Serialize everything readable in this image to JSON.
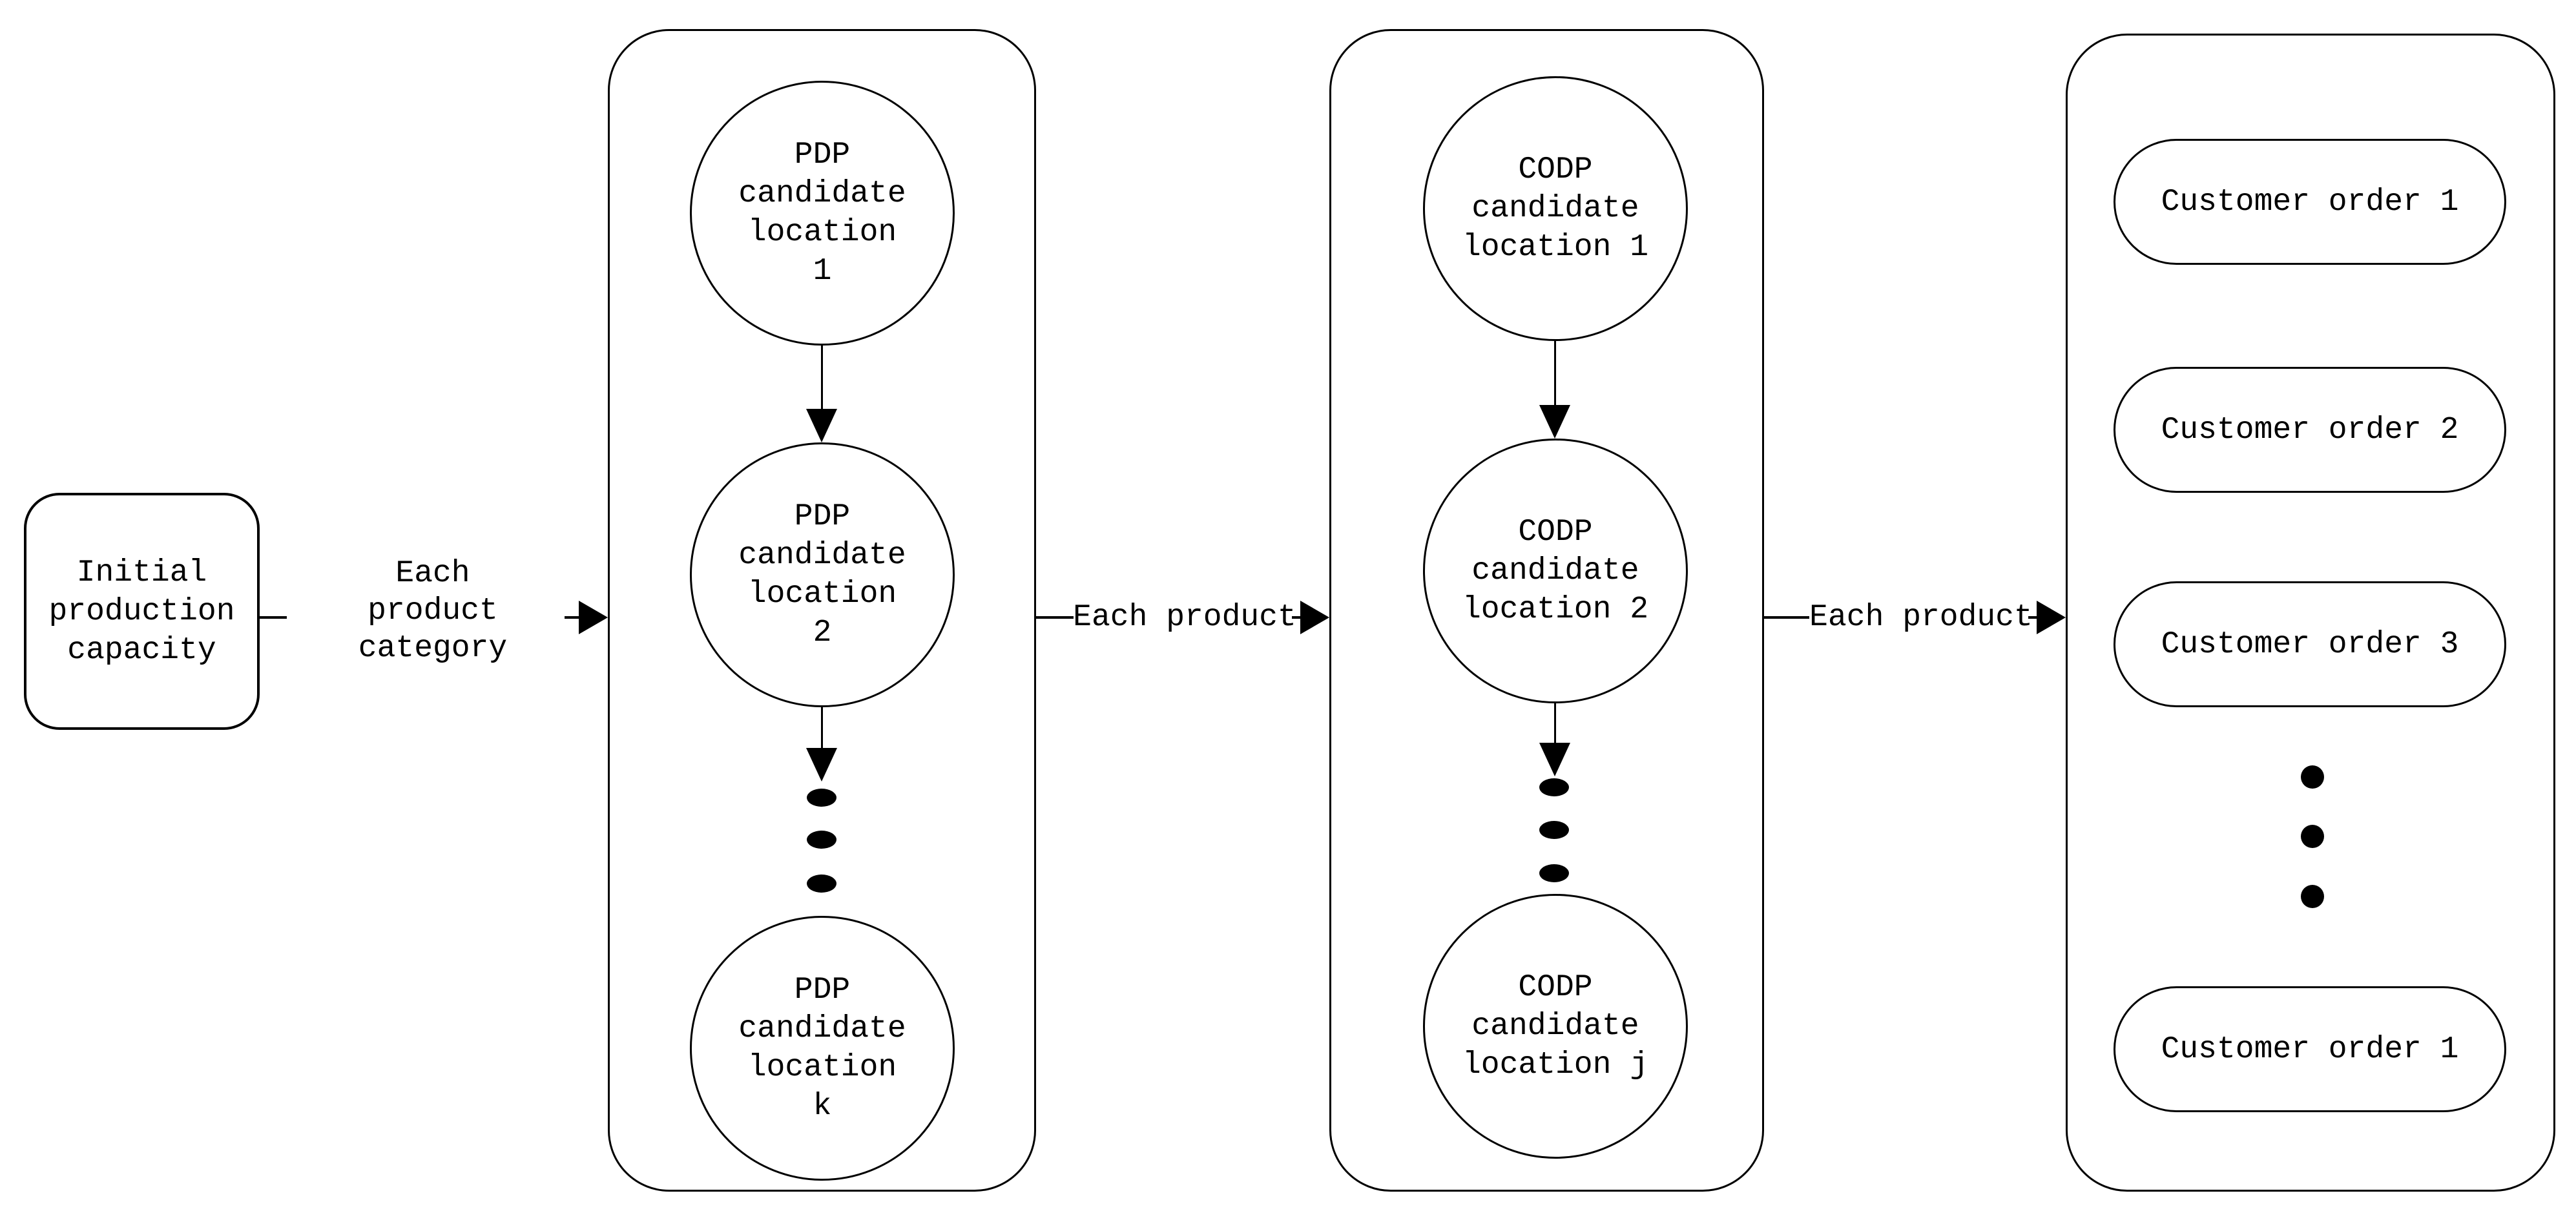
{
  "colors": {
    "background": "#ffffff",
    "stroke": "#000000"
  },
  "nodes": {
    "initial_capacity": {
      "lines": [
        "Initial",
        "production",
        "capacity"
      ]
    },
    "pdp_column": [
      {
        "lines": [
          "PDP",
          "candidate",
          "location",
          "1"
        ]
      },
      {
        "lines": [
          "PDP",
          "candidate",
          "location",
          "2"
        ]
      },
      {
        "lines": [
          "PDP",
          "candidate",
          "location",
          "k"
        ]
      }
    ],
    "codp_column": [
      {
        "lines": [
          "CODP",
          "candidate",
          "location 1"
        ]
      },
      {
        "lines": [
          "CODP",
          "candidate",
          "location 2"
        ]
      },
      {
        "lines": [
          "CODP",
          "candidate",
          "location j"
        ]
      }
    ],
    "customer_orders": [
      {
        "label": "Customer order 1"
      },
      {
        "label": "Customer order 2"
      },
      {
        "label": "Customer order 3"
      },
      {
        "label": "Customer order 1"
      }
    ]
  },
  "edges": [
    {
      "lines": [
        "Each",
        "product category"
      ]
    },
    {
      "lines": [
        "Each product"
      ]
    },
    {
      "lines": [
        "Each product"
      ]
    }
  ]
}
